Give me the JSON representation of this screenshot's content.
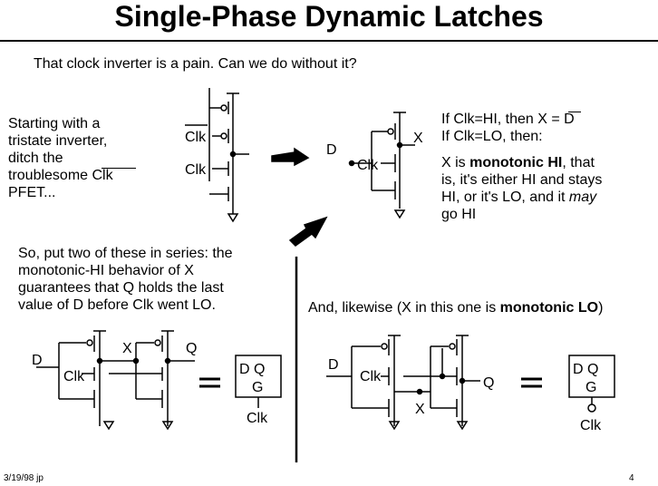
{
  "slide": {
    "title": "Single-Phase Dynamic Latches",
    "subtitle": "That clock inverter is a pain.  Can we do without it?",
    "footer_left": "3/19/98 jp",
    "footer_right": "4"
  },
  "left_note": {
    "lines": [
      "Starting with a",
      "tristate inverter,",
      "ditch the",
      "troublesome Clk",
      "PFET..."
    ]
  },
  "right_note": {
    "line1": "If Clk=HI, then X = D",
    "line2": "If Clk=LO, then:",
    "body_pre": "X is ",
    "body_bold": "monotonic HI",
    "body_mid": ", that",
    "line4": "is, it's either HI and stays",
    "line5_pre": "HI, or it's LO, and it ",
    "line5_italic": "may",
    "line6": "go HI"
  },
  "series_note": {
    "lines": [
      "So, put two of these in series:  the",
      "monotonic-HI behavior of X",
      "guarantees that Q holds the last",
      "value of D before Clk went LO."
    ]
  },
  "likewise_note": {
    "pre": "And, likewise  (X in this one is ",
    "bold": "monotonic LO",
    "post": ")"
  },
  "labels": {
    "clk": "Clk",
    "d": "D",
    "x": "X",
    "q": "Q",
    "g": "G",
    "dq": "D  Q",
    "equals": "="
  }
}
